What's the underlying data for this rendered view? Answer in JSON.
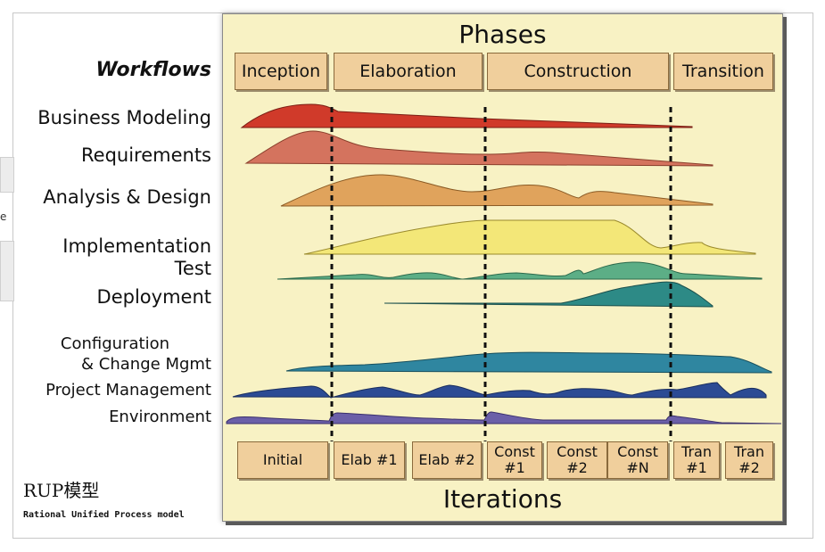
{
  "phases_title": "Phases",
  "iterations_title": "Iterations",
  "workflows_heading": "Workflows",
  "phases": [
    "Inception",
    "Elaboration",
    "Construction",
    "Transition"
  ],
  "workflows": [
    "Business Modeling",
    "Requirements",
    "Analysis & Design",
    "Implementation",
    "Test",
    "Deployment",
    "Configuration",
    "& Change Mgmt",
    "Project Management",
    "Environment"
  ],
  "iterations": [
    "Initial",
    "Elab #1",
    "Elab #2",
    "Const\n#1",
    "Const\n#2",
    "Const\n#N",
    "Tran\n#1",
    "Tran\n#2"
  ],
  "caption": {
    "title": "RUP模型",
    "subtitle": "Rational Unified Process model"
  },
  "side_fragment": "e",
  "colors": {
    "panel": "#f8f2c4",
    "box": "#f0cf9c",
    "business_modeling": "#d03a2a",
    "requirements": "#d4735e",
    "analysis_design": "#e0a35c",
    "implementation": "#f3e778",
    "test": "#5cae86",
    "deployment": "#2d8a86",
    "config": "#2f86a0",
    "project_mgmt": "#2c4b94",
    "environment": "#6b5fa8"
  }
}
